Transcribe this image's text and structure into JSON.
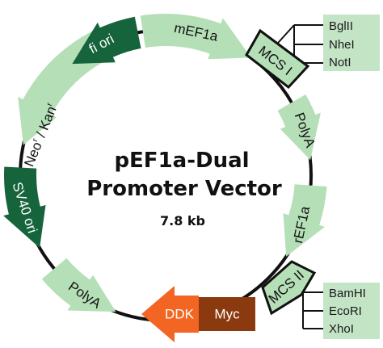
{
  "title_line1": "pEF1a-Dual",
  "title_line2": "Promoter Vector",
  "size": "7.8 kb",
  "features": {
    "mef1a": "mEF1a",
    "mcs1": "MCS I",
    "polya_right": "PolyA",
    "ref1a": "rEF1a",
    "mcs2": "MCS II",
    "myc": "Myc",
    "ddk": "DDK",
    "polya_bottom": "PolyA",
    "sv40_ori": "SV40 ori",
    "neo_kan": "Neo",
    "neo_kan_sup": "r",
    "neo_kan_mid": " / Kan",
    "neo_kan_sup2": "r",
    "fi_ori": "fi ori"
  },
  "mcs1_sites": [
    "BglII",
    "NheI",
    "NotI"
  ],
  "mcs2_sites": [
    "BamHI",
    "EcoRI",
    "XhoI"
  ],
  "colors": {
    "light_green": "#b5dfb7",
    "dark_green": "#15643c",
    "orange": "#f26522",
    "brown": "#8b3a0f",
    "box": "#c3e5c6",
    "line": "#111111"
  }
}
